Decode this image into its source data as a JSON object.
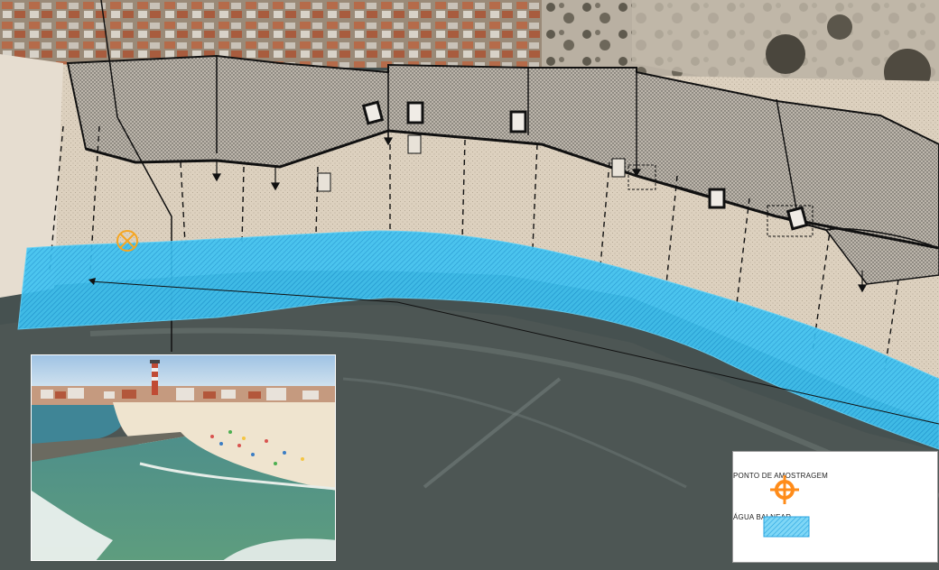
{
  "map": {
    "colors": {
      "bathing_water": "#33bdf0",
      "sampling_point": "#f5a623",
      "legend_sampling_icon": "#ff8c1a",
      "sand": "#d9ccb8",
      "sea": "#4a5350"
    }
  },
  "legend": {
    "items": [
      {
        "icon": "crosshair-target-icon",
        "label": "PONTO DE AMOSTRAGEM"
      },
      {
        "icon": "hatched-blue-area-icon",
        "label": "ÁGUA BALNEAR"
      }
    ]
  },
  "inset_photo": {
    "description_icon": "beach-lighthouse-photo"
  }
}
